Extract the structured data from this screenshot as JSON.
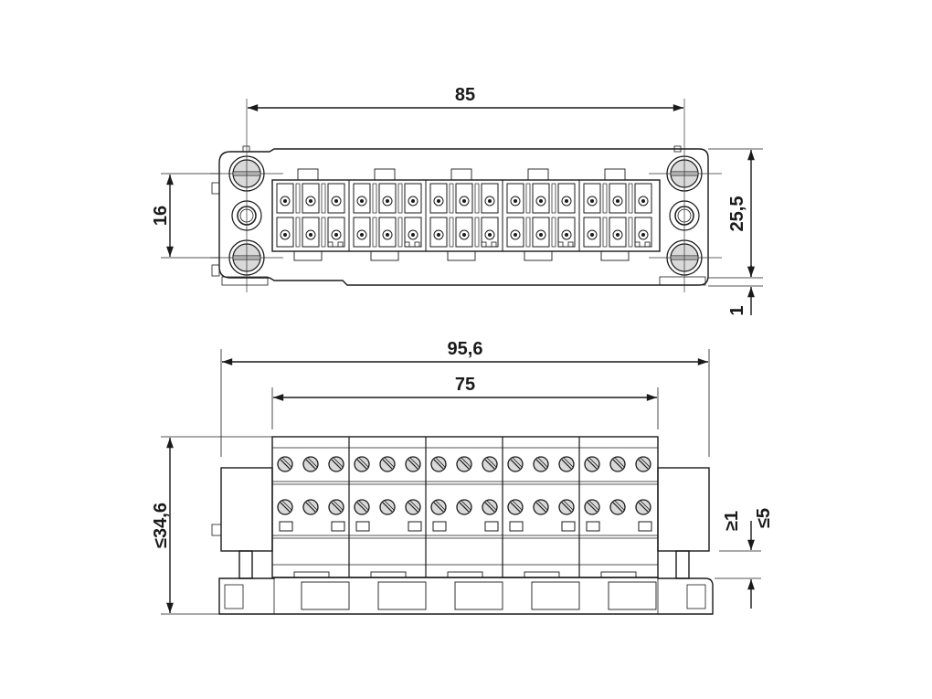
{
  "title": "Terminal block distributor dimension drawing",
  "top_view": {
    "dim_width": "85",
    "dim_screw_spacing": "16",
    "dim_height": "25,5",
    "dim_offset": "1",
    "groups": 5,
    "terminals_per_group": 3,
    "rows": 2
  },
  "front_view": {
    "dim_overall_width": "95,6",
    "dim_terminal_width": "75",
    "dim_height": "≤34,6",
    "dim_gap_min": "≥1",
    "dim_gap_max": "≤5",
    "groups": 5,
    "terminals_per_group": 3,
    "rows": 2
  },
  "colors": {
    "line": "#1a1a1a",
    "screw_fill": "#d9d9d9"
  }
}
